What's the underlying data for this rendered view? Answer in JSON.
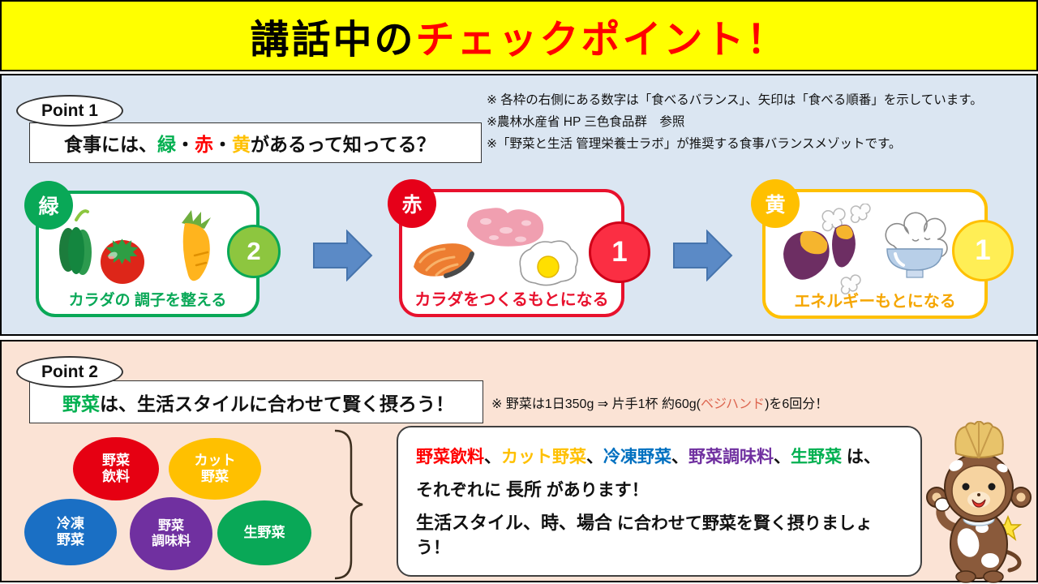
{
  "colors": {
    "header_bg": "#ffff00",
    "header_red": "#ff0000",
    "section1_bg": "#dbe6f2",
    "section2_bg": "#fbe3d5",
    "green": "#09a857",
    "light_green": "#8dc63f",
    "red": "#e60019",
    "yellow_gold": "#ffc000",
    "light_yellow": "#ffee55",
    "arrow_blue": "#5b8ac6",
    "circle_blue": "#1a6fc4",
    "purple": "#7030a0",
    "text_green": "#00b050",
    "text_blue": "#0070c0",
    "veg_hand_red": "#dd6650"
  },
  "header": {
    "title_black": "講話中の",
    "title_red": "チェックポイント！"
  },
  "point1": {
    "label": "Point 1",
    "question": {
      "pre": "食事には、",
      "green": "緑",
      "sep1": "・",
      "red": "赤",
      "sep2": "・",
      "yellow": "黄",
      "post": " があるって知ってる？"
    },
    "notes": [
      "※ 各枠の右側にある数字は「食べるバランス」、矢印は「食べる順番」を示しています。",
      "※農林水産省 HP 三色食品群　参照",
      "※「野菜と生活 管理栄養士ラボ」が推奨する食事バランスメゾットです。"
    ],
    "groups": [
      {
        "badge": "緑",
        "number": "2",
        "caption": "カラダの 調子を整える"
      },
      {
        "badge": "赤",
        "number": "1",
        "caption": "カラダをつくるもとになる"
      },
      {
        "badge": "黄",
        "number": "1",
        "caption": "エネルギーもとになる"
      }
    ]
  },
  "point2": {
    "label": "Point 2",
    "statement": {
      "green": "野菜",
      "rest": "は、生活スタイルに合わせて賢く摂ろう！"
    },
    "note": {
      "pre": "※ 野菜は1日350g ⇒ 片手1杯 約60g(",
      "highlight": "ベジハンド",
      "post": ")を6回分！"
    },
    "circles": [
      {
        "line1": "野菜",
        "line2": "飲料"
      },
      {
        "line1": "カット",
        "line2": "野菜"
      },
      {
        "line1": "冷凍",
        "line2": "野菜"
      },
      {
        "line1": "野菜",
        "line2": "調味料"
      },
      {
        "line1": "生野菜",
        "line2": ""
      }
    ],
    "message": {
      "v1": "野菜飲料",
      "s1": "、",
      "v2": "カット野菜",
      "s2": "、",
      "v3": "冷凍野菜",
      "s3": "、",
      "v4": "野菜調味料",
      "s4": "、",
      "v5": "生野菜",
      "end": " は、",
      "l2_pre": "それぞれに ",
      "l2_em": "長所",
      "l2_post": " があります！",
      "l3_em": "生活スタイル、時、場合",
      "l3_post": " に合わせて野菜を賢く摂りましょう！"
    }
  }
}
